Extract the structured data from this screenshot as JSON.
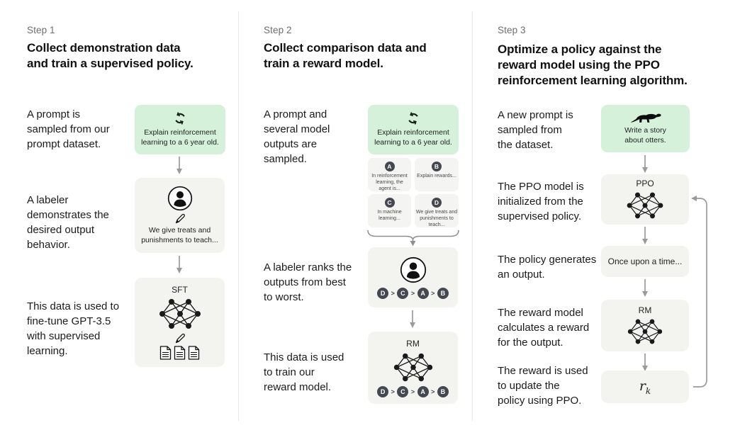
{
  "colors": {
    "green_box": "#d6f1da",
    "gray_box": "#f3f3f0",
    "mini_box": "#f4f4f2",
    "badge": "#434851",
    "arrow": "#9a9a9a",
    "divider": "#e8e8e5"
  },
  "icons": {
    "prompt_icon": "cycle-arrows",
    "labeler_icon": "person-in-circle",
    "edit_icon": "pencil",
    "model_icon": "neural-network",
    "docs_icon": "documents",
    "otter_icon": "otter-silhouette"
  },
  "step1": {
    "label": "Step 1",
    "title": "Collect demonstration data\nand train a supervised policy.",
    "row1_text": "A prompt is\nsampled from our\nprompt dataset.",
    "prompt_caption": "Explain reinforcement\nlearning to a 6 year old.",
    "row2_text": "A labeler\ndemonstrates the\ndesired output\nbehavior.",
    "labeler_caption": "We give treats and\npunishments to teach...",
    "row3_text": "This data is used to\nfine-tune GPT-3.5\nwith supervised\nlearning.",
    "sft_label": "SFT"
  },
  "step2": {
    "label": "Step 2",
    "title": "Collect comparison data and\ntrain a reward model.",
    "row1_text": "A prompt and\nseveral model\noutputs are\nsampled.",
    "prompt_caption": "Explain reinforcement\nlearning to a 6 year old.",
    "outputs": [
      {
        "id": "A",
        "text": "In reinforcement\nlearning, the\nagent is..."
      },
      {
        "id": "B",
        "text": "Explain rewards..."
      },
      {
        "id": "C",
        "text": "In machine\nlearning..."
      },
      {
        "id": "D",
        "text": "We give treats and\npunishments to\nteach..."
      }
    ],
    "row2_text": "A labeler ranks the\noutputs from best\nto worst.",
    "rank": [
      "D",
      "C",
      "A",
      "B"
    ],
    "rank_sep": ">",
    "row3_text": "This data is used\nto train our\nreward model.",
    "rm_label": "RM"
  },
  "step3": {
    "label": "Step 3",
    "title": "Optimize a policy against the\nreward model using the PPO\nreinforcement learning algorithm.",
    "row1_text": "A new prompt is\nsampled from\nthe dataset.",
    "prompt_caption": "Write a story\nabout otters.",
    "row2_text": "The PPO model is\ninitialized from the\nsupervised policy.",
    "ppo_label": "PPO",
    "row3_text": "The policy generates\nan output.",
    "output_text": "Once upon a time...",
    "row4_text": "The reward model\ncalculates a reward\nfor the output.",
    "rm_label": "RM",
    "row5_text": "The reward is used\nto update the\npolicy using PPO.",
    "reward_symbol": "r",
    "reward_subscript": "k"
  }
}
